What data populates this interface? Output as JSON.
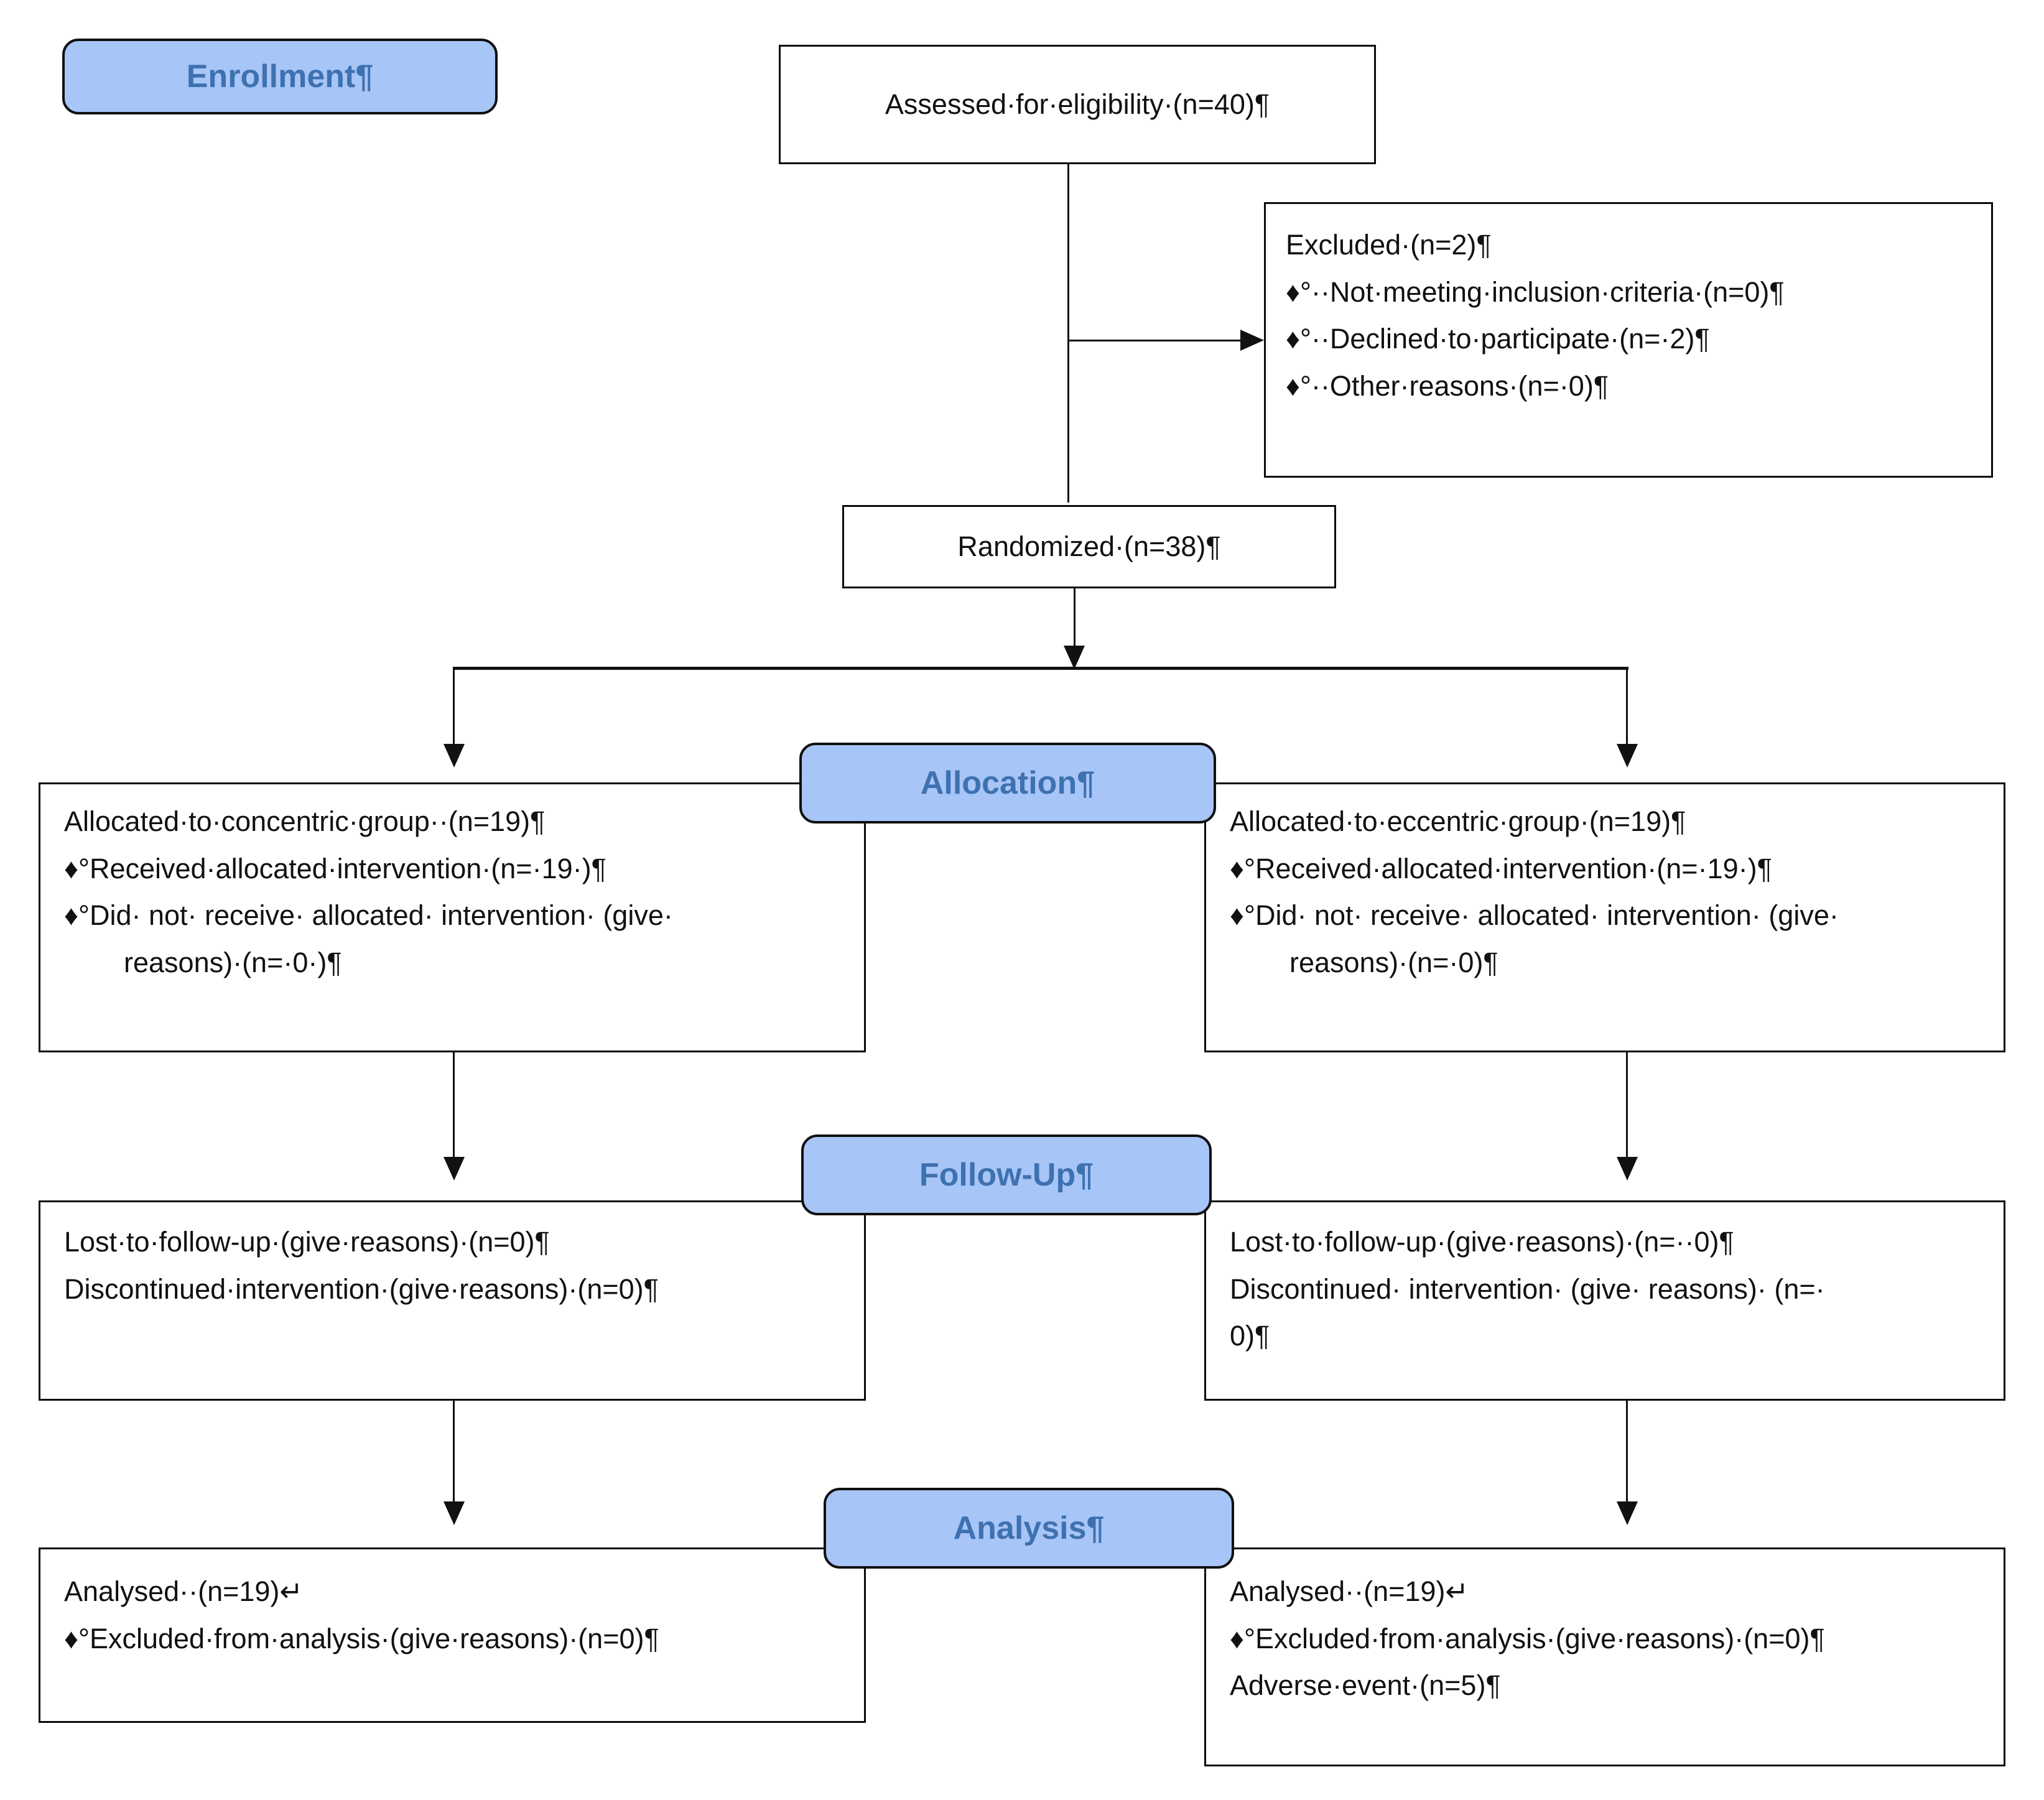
{
  "stage_labels": {
    "enrollment": "Enrollment¶",
    "allocation": "Allocation¶",
    "followup": "Follow-Up¶",
    "analysis": "Analysis¶"
  },
  "colors": {
    "badge_fill": "#A8C5F7",
    "badge_text": "#3E71B0",
    "border": "#0a0a0a",
    "text": "#111111",
    "background": "#ffffff"
  },
  "enrollment": {
    "assessed": "Assessed·for·eligibility·(n=40)¶",
    "excluded": {
      "title": "Excluded·(n=2)¶",
      "items": [
        "♦°··Not·meeting·inclusion·criteria·(n=0)¶",
        "♦°··Declined·to·participate·(n=·2)¶",
        "♦°··Other·reasons·(n=·0)¶"
      ]
    },
    "randomized": "Randomized·(n=38)¶"
  },
  "allocation": {
    "left": {
      "title": "Allocated·to·concentric·group··(n=19)¶",
      "received": "♦°Received·allocated·intervention·(n=·19·)¶",
      "not_received_line1": "♦°Did· not· receive· allocated· intervention· (give·",
      "not_received_line2": "reasons)·(n=·0·)¶"
    },
    "right": {
      "title": "Allocated·to·eccentric·group·(n=19)¶",
      "received": "♦°Received·allocated·intervention·(n=·19·)¶",
      "not_received_line1": "♦°Did· not· receive· allocated· intervention· (give·",
      "not_received_line2": "reasons)·(n=·0)¶"
    }
  },
  "followup": {
    "left": {
      "lost": "Lost·to·follow-up·(give·reasons)·(n=0)¶",
      "discontinued": "Discontinued·intervention·(give·reasons)·(n=0)¶"
    },
    "right": {
      "lost": "Lost·to·follow-up·(give·reasons)·(n=··0)¶",
      "discontinued_line1": "Discontinued· intervention· (give· reasons)· (n=·",
      "discontinued_line2": "0)¶"
    }
  },
  "analysis": {
    "left": {
      "analysed": "Analysed··(n=19)↵",
      "excluded": "♦°Excluded·from·analysis·(give·reasons)·(n=0)¶"
    },
    "right": {
      "analysed": "Analysed··(n=19)↵",
      "excluded": "♦°Excluded·from·analysis·(give·reasons)·(n=0)¶",
      "adverse": "Adverse·event·(n=5)¶"
    }
  }
}
